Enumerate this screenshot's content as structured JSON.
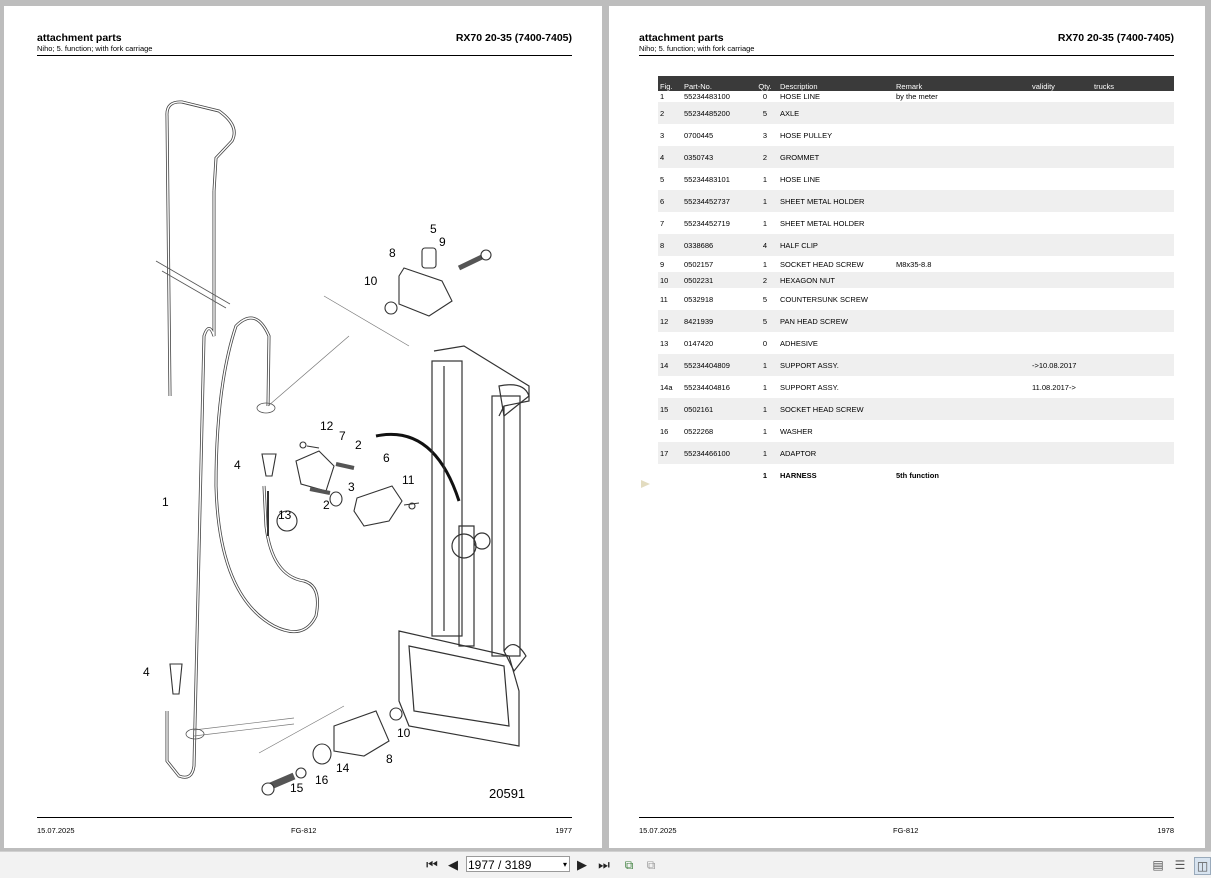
{
  "left_page": {
    "title": "attachment parts",
    "subtitle": "Niho; 5. function; with fork carriage",
    "model": "RX70 20-35 (7400-7405)",
    "drawing_number": "20591",
    "footer": {
      "date": "15.07.2025",
      "code": "FG-812",
      "page": "1977"
    },
    "callouts": [
      "1",
      "2",
      "2",
      "3",
      "4",
      "4",
      "5",
      "6",
      "7",
      "8",
      "8",
      "9",
      "10",
      "10",
      "11",
      "12",
      "13",
      "14",
      "15",
      "16"
    ]
  },
  "right_page": {
    "title": "attachment parts",
    "subtitle": "Niho; 5. function; with fork carriage",
    "model": "RX70 20-35 (7400-7405)",
    "footer": {
      "date": "15.07.2025",
      "code": "FG-812",
      "page": "1978"
    },
    "table": {
      "headers": [
        "Fig.",
        "Part-No.",
        "Qty.",
        "Description",
        "Remark",
        "validity",
        "trucks"
      ],
      "rows": [
        {
          "fig": "1",
          "part": "55234483100",
          "qty": "0",
          "desc": "HOSE LINE",
          "remark": "by the meter",
          "validity": "",
          "trucks": ""
        },
        {
          "fig": "2",
          "part": "55234485200",
          "qty": "5",
          "desc": "AXLE",
          "remark": "",
          "validity": "",
          "trucks": ""
        },
        {
          "fig": "3",
          "part": "0700445",
          "qty": "3",
          "desc": "HOSE PULLEY",
          "remark": "",
          "validity": "",
          "trucks": ""
        },
        {
          "fig": "4",
          "part": "0350743",
          "qty": "2",
          "desc": "GROMMET",
          "remark": "",
          "validity": "",
          "trucks": ""
        },
        {
          "fig": "5",
          "part": "55234483101",
          "qty": "1",
          "desc": "HOSE LINE",
          "remark": "",
          "validity": "",
          "trucks": ""
        },
        {
          "fig": "6",
          "part": "55234452737",
          "qty": "1",
          "desc": "SHEET METAL HOLDER",
          "remark": "",
          "validity": "",
          "trucks": ""
        },
        {
          "fig": "7",
          "part": "55234452719",
          "qty": "1",
          "desc": "SHEET METAL HOLDER",
          "remark": "",
          "validity": "",
          "trucks": ""
        },
        {
          "fig": "8",
          "part": "0338686",
          "qty": "4",
          "desc": "HALF CLIP",
          "remark": "",
          "validity": "",
          "trucks": ""
        },
        {
          "fig": "9",
          "part": "0502157",
          "qty": "1",
          "desc": "SOCKET HEAD SCREW",
          "remark": "M8x35-8.8",
          "validity": "",
          "trucks": ""
        },
        {
          "fig": "10",
          "part": "0502231",
          "qty": "2",
          "desc": "HEXAGON NUT",
          "remark": "",
          "validity": "",
          "trucks": ""
        },
        {
          "fig": "11",
          "part": "0532918",
          "qty": "5",
          "desc": "COUNTERSUNK SCREW",
          "remark": "",
          "validity": "",
          "trucks": ""
        },
        {
          "fig": "12",
          "part": "8421939",
          "qty": "5",
          "desc": "PAN HEAD SCREW",
          "remark": "",
          "validity": "",
          "trucks": ""
        },
        {
          "fig": "13",
          "part": "0147420",
          "qty": "0",
          "desc": "ADHESIVE",
          "remark": "",
          "validity": "",
          "trucks": ""
        },
        {
          "fig": "14",
          "part": "55234404809",
          "qty": "1",
          "desc": "SUPPORT ASSY.",
          "remark": "",
          "validity": "->10.08.2017",
          "trucks": ""
        },
        {
          "fig": "14a",
          "part": "55234404816",
          "qty": "1",
          "desc": "SUPPORT ASSY.",
          "remark": "",
          "validity": "11.08.2017->",
          "trucks": ""
        },
        {
          "fig": "15",
          "part": "0502161",
          "qty": "1",
          "desc": "SOCKET HEAD SCREW",
          "remark": "",
          "validity": "",
          "trucks": ""
        },
        {
          "fig": "16",
          "part": "0522268",
          "qty": "1",
          "desc": "WASHER",
          "remark": "",
          "validity": "",
          "trucks": ""
        },
        {
          "fig": "17",
          "part": "55234466100",
          "qty": "1",
          "desc": "ADAPTOR",
          "remark": "",
          "validity": "",
          "trucks": ""
        },
        {
          "fig": "",
          "part": "",
          "qty": "1",
          "desc": "HARNESS",
          "remark": "5th function",
          "validity": "",
          "trucks": "",
          "bold": true
        }
      ]
    }
  },
  "toolbar": {
    "page_indicator": "1977 / 3189",
    "icons": [
      "first-page-icon",
      "prev-page-icon",
      "next-page-icon",
      "last-page-icon",
      "go-back-icon",
      "go-forward-icon",
      "single-page-icon",
      "continuous-page-icon",
      "two-page-icon"
    ]
  }
}
